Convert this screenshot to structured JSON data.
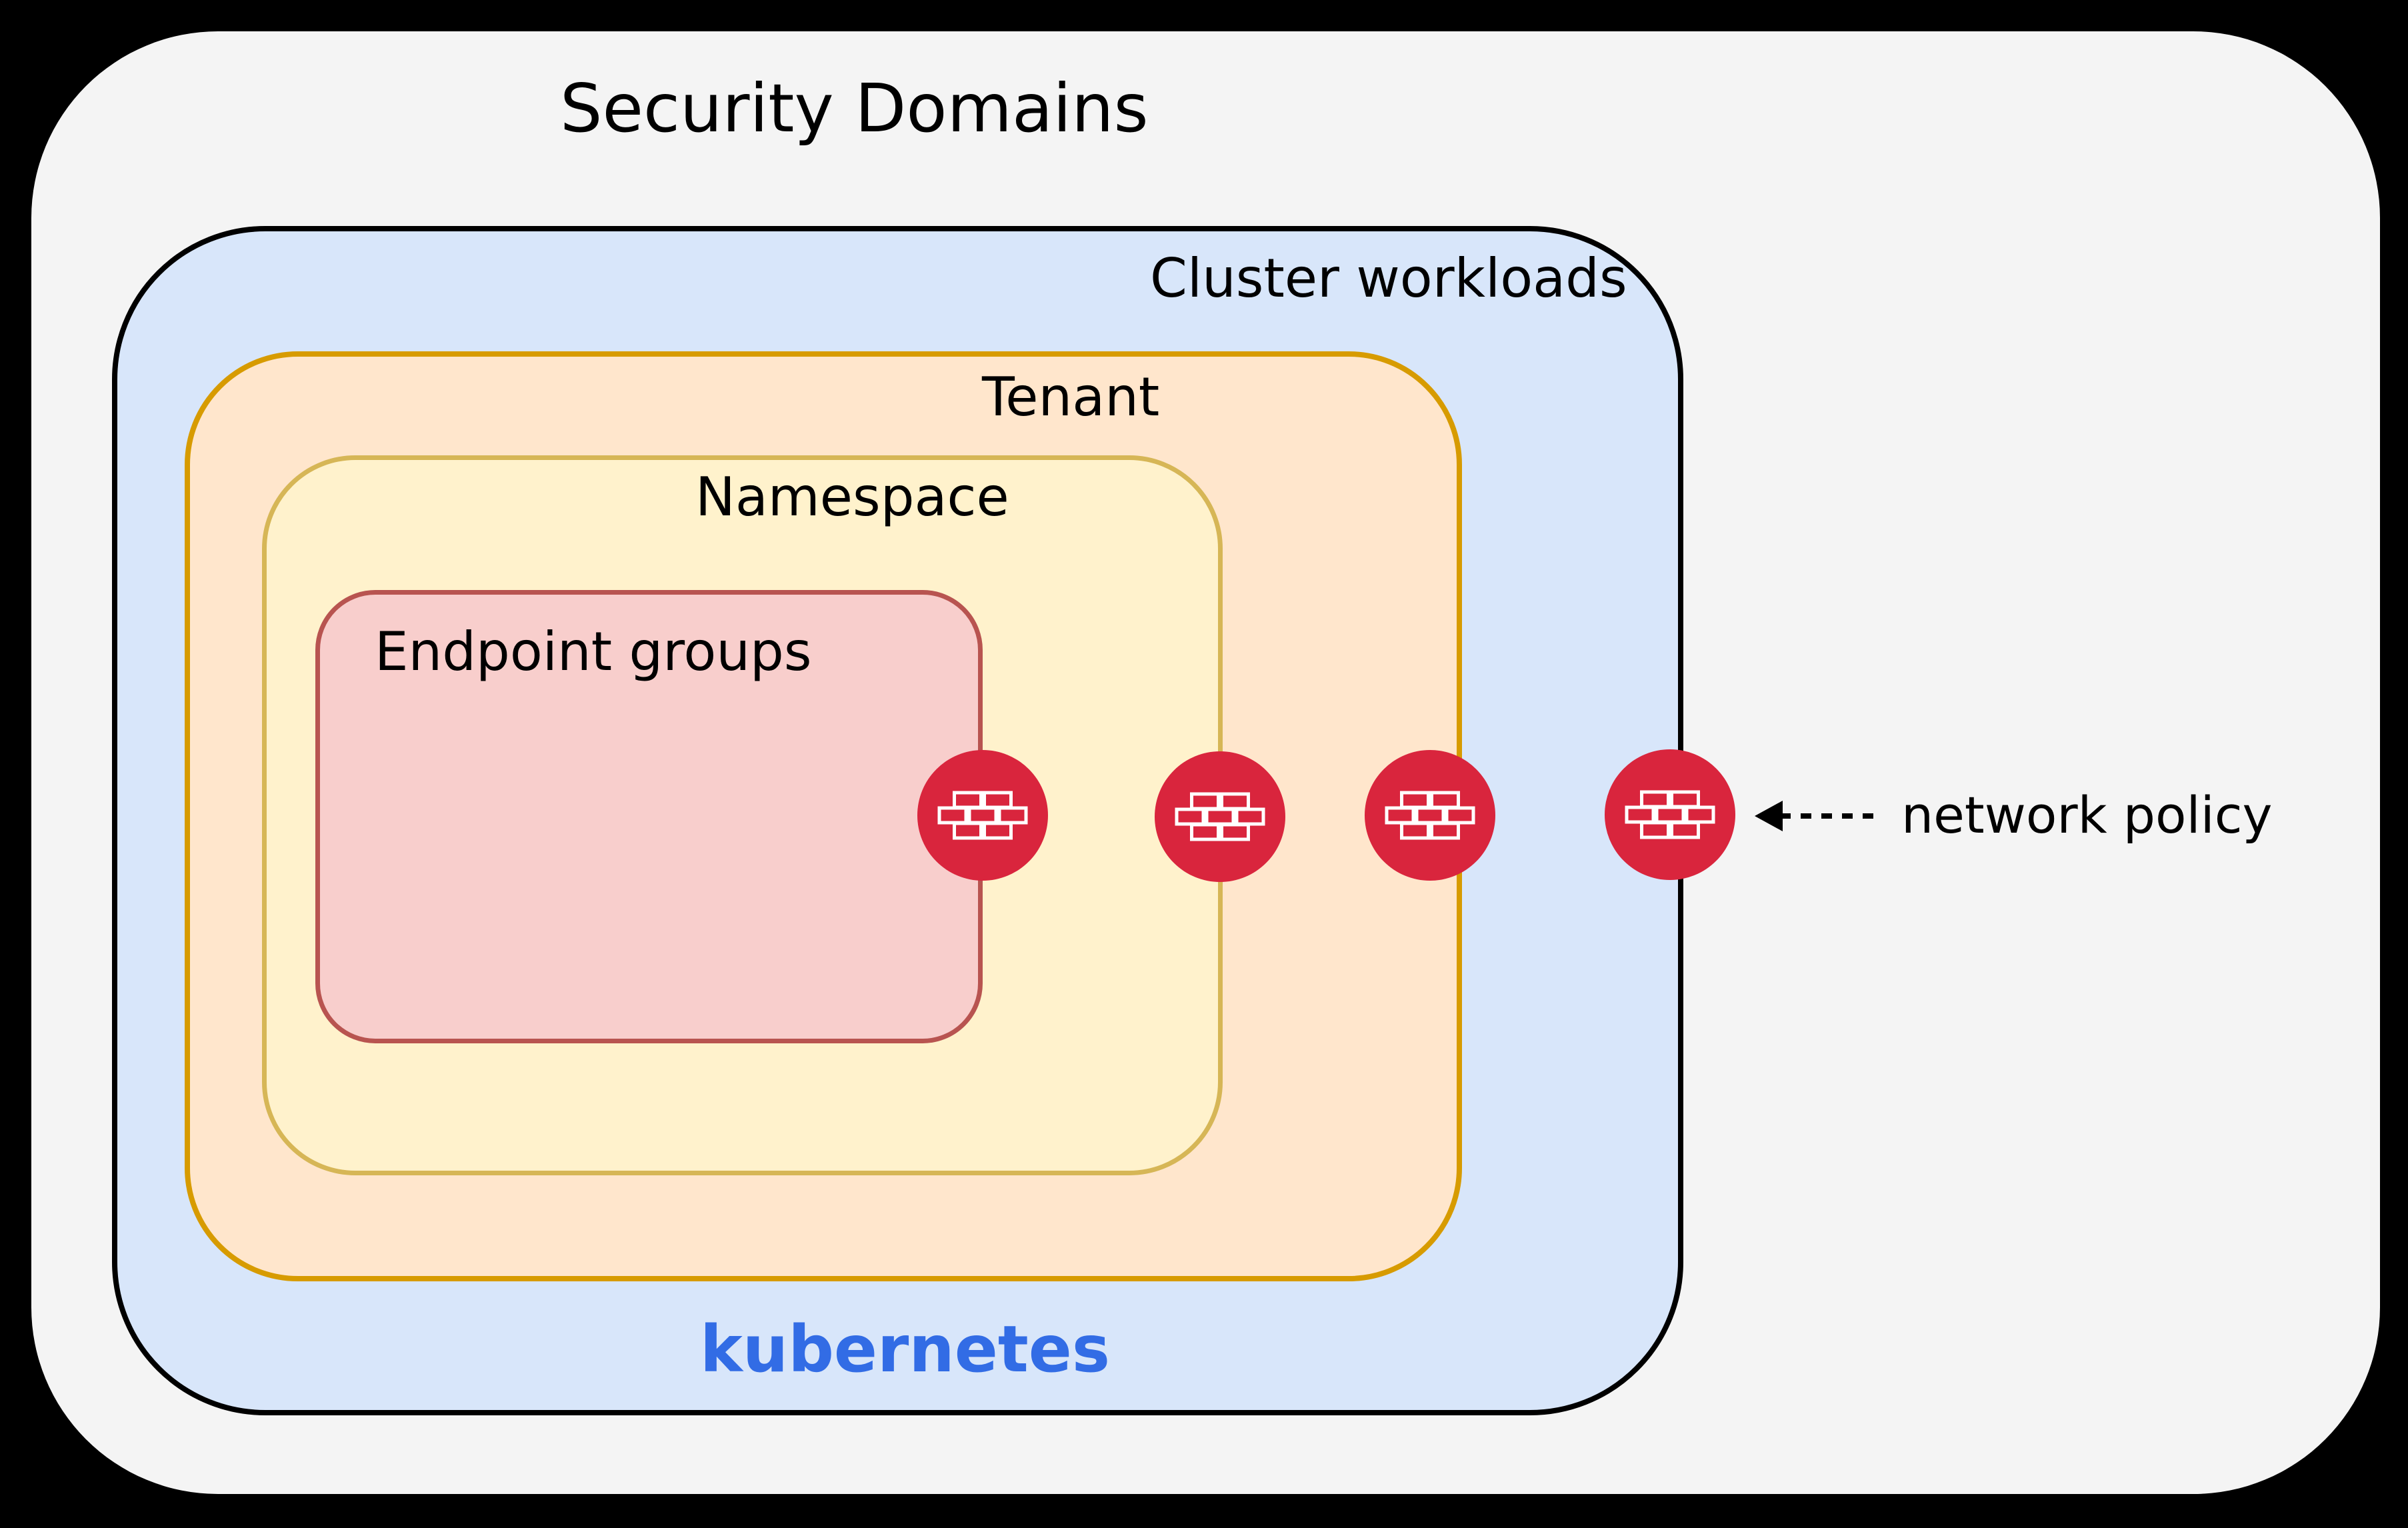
{
  "title": "Security Domains",
  "layers": {
    "cluster": {
      "label": "Cluster workloads"
    },
    "tenant": {
      "label": "Tenant"
    },
    "namespace": {
      "label": "Namespace"
    },
    "endpoint_groups": {
      "label": "Endpoint groups"
    }
  },
  "kubernetes_label": "kubernetes",
  "annotation": {
    "label": "network policy"
  },
  "icons": {
    "firewall": {
      "glyph": "brick-wall",
      "count": 4
    }
  },
  "colors": {
    "background": "#000000",
    "canvas": "#f4f4f4",
    "cluster_fill": "#d8e6fa",
    "cluster_border": "#000000",
    "tenant_fill": "#ffe6cc",
    "tenant_border": "#d79b00",
    "namespace_fill": "#fff2cc",
    "namespace_border": "#d6b656",
    "endpoint_fill": "#f8cecc",
    "endpoint_border": "#b85450",
    "firewall_red": "#d9253d",
    "kubernetes_blue": "#326ce5",
    "text": "#000000"
  }
}
